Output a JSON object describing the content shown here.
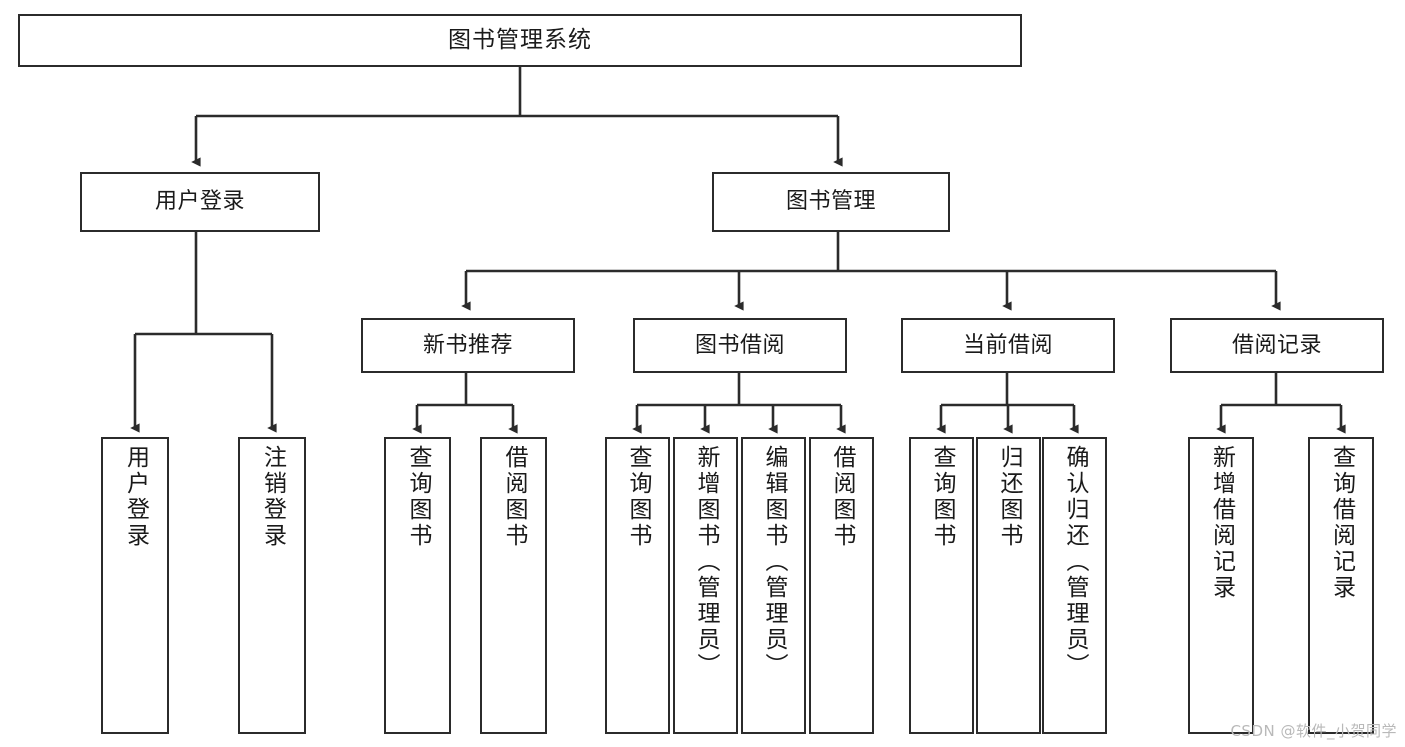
{
  "diagram": {
    "type": "tree-hierarchy",
    "title": "图书管理系统",
    "orientation": "top-down",
    "watermark": "CSDN @软件_小贺同学",
    "colors": {
      "background": "#ffffff",
      "node_fill": "#ffffff",
      "node_stroke": "#2b2b2b",
      "connector": "#2b2b2b",
      "text": "#1a1a1a",
      "watermark": "#b9b9b9"
    },
    "nodes": {
      "root": {
        "label": "图书管理系统",
        "level": 0
      },
      "level1": [
        {
          "id": "user-login",
          "label": "用户登录"
        },
        {
          "id": "book-manage",
          "label": "图书管理"
        }
      ],
      "level2": [
        {
          "id": "new-book-recommend",
          "label": "新书推荐",
          "parent": "book-manage"
        },
        {
          "id": "book-borrow",
          "label": "图书借阅",
          "parent": "book-manage"
        },
        {
          "id": "current-borrow",
          "label": "当前借阅",
          "parent": "book-manage"
        },
        {
          "id": "borrow-record",
          "label": "借阅记录",
          "parent": "book-manage"
        }
      ],
      "leaves": [
        {
          "id": "leaf-user-login",
          "label": "用户登录",
          "parent": "user-login"
        },
        {
          "id": "leaf-user-logout",
          "label": "注销登录",
          "parent": "user-login"
        },
        {
          "id": "leaf-query-book-1",
          "label": "查询图书",
          "parent": "new-book-recommend"
        },
        {
          "id": "leaf-borrow-book-1",
          "label": "借阅图书",
          "parent": "new-book-recommend"
        },
        {
          "id": "leaf-query-book-2",
          "label": "查询图书",
          "parent": "book-borrow"
        },
        {
          "id": "leaf-add-book",
          "label": "新增图书（管理员）",
          "parent": "book-borrow"
        },
        {
          "id": "leaf-edit-book",
          "label": "编辑图书（管理员）",
          "parent": "book-borrow"
        },
        {
          "id": "leaf-borrow-book-2",
          "label": "借阅图书",
          "parent": "book-borrow"
        },
        {
          "id": "leaf-query-book-3",
          "label": "查询图书",
          "parent": "current-borrow"
        },
        {
          "id": "leaf-return-book",
          "label": "归还图书",
          "parent": "current-borrow"
        },
        {
          "id": "leaf-confirm-return",
          "label": "确认归还（管理员）",
          "parent": "current-borrow"
        },
        {
          "id": "leaf-add-record",
          "label": "新增借阅记录",
          "parent": "borrow-record"
        },
        {
          "id": "leaf-query-record",
          "label": "查询借阅记录",
          "parent": "borrow-record"
        }
      ]
    }
  }
}
